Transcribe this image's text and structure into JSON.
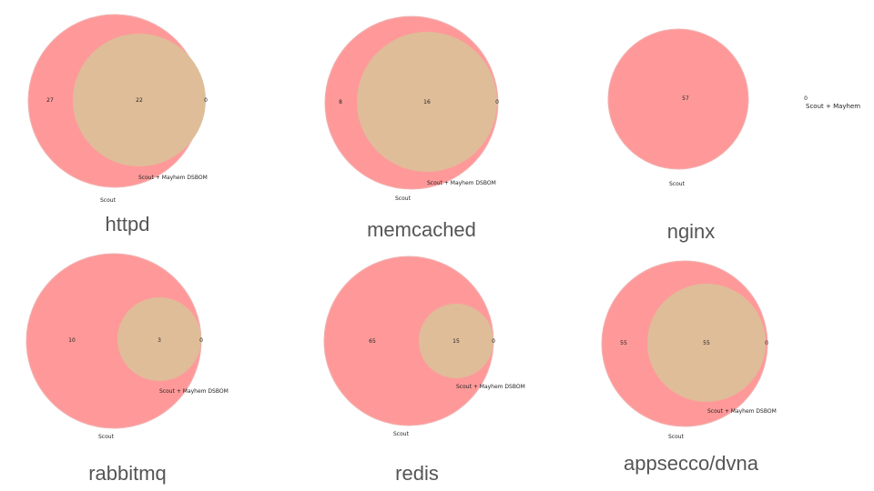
{
  "colors": {
    "set_a": "#ff9999",
    "overlap": "#dfbd99",
    "edge": "#f0b3b3",
    "text": "#222222",
    "caption": "#555555"
  },
  "panels": [
    {
      "title": "httpd",
      "only_a": "27",
      "both": "22",
      "only_b": "0",
      "set_a_label": "Scout",
      "set_b_label": "Scout + Mayhem DSBOM"
    },
    {
      "title": "memcached",
      "only_a": "8",
      "both": "16",
      "only_b": "0",
      "set_a_label": "Scout",
      "set_b_label": "Scout + Mayhem DSBOM"
    },
    {
      "title": "nginx",
      "only_a": "57",
      "both": "",
      "only_b": "0",
      "set_a_label": "Scout",
      "set_b_label": "Scout + Mayhem"
    },
    {
      "title": "rabbitmq",
      "only_a": "10",
      "both": "3",
      "only_b": "0",
      "set_a_label": "Scout",
      "set_b_label": "Scout + Mayhem DSBOM"
    },
    {
      "title": "redis",
      "only_a": "65",
      "both": "15",
      "only_b": "0",
      "set_a_label": "Scout",
      "set_b_label": "Scout + Mayhem DSBOM"
    },
    {
      "title": "appsecco/dvna",
      "only_a": "55",
      "both": "55",
      "only_b": "0",
      "set_a_label": "Scout",
      "set_b_label": "Scout + Mayhem DSBOM"
    }
  ]
}
